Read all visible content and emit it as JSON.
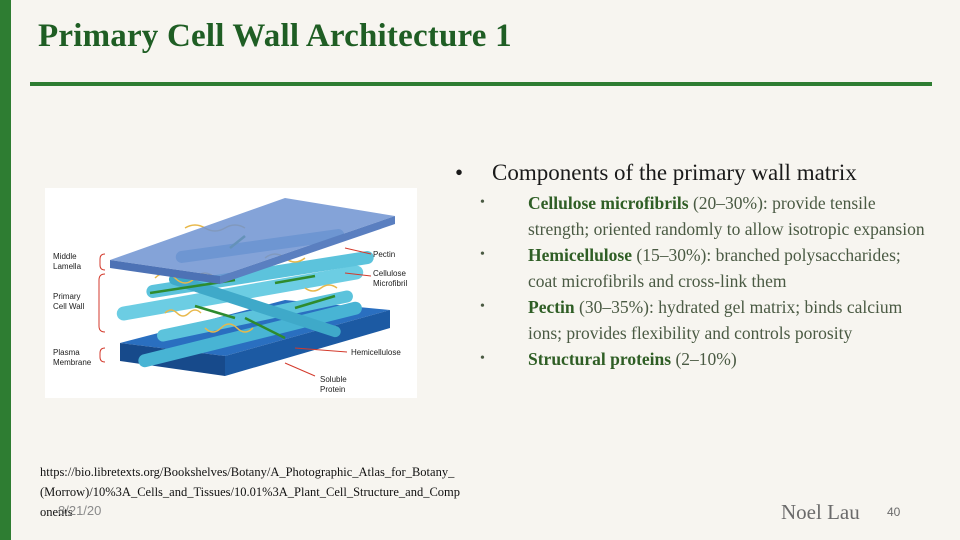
{
  "slide": {
    "title": "Primary Cell Wall Architecture 1",
    "date": "8/21/20",
    "author": "Noel Lau",
    "page_number": "40"
  },
  "figure": {
    "labels": {
      "middle_lamella_1": "Middle",
      "middle_lamella_2": "Lamella",
      "primary_cell_wall_1": "Primary",
      "primary_cell_wall_2": "Cell Wall",
      "plasma_membrane_1": "Plasma",
      "plasma_membrane_2": "Membrane",
      "pectin": "Pectin",
      "cellulose_microfibril_1": "Cellulose",
      "cellulose_microfibril_2": "Microfibril",
      "hemicellulose": "Hemicellulose",
      "soluble_protein_1": "Soluble",
      "soluble_protein_2": "Protein"
    }
  },
  "source_url": "https://bio.libretexts.org/Bookshelves/Botany/A_Photographic_Atlas_for_Botany_(Morrow)/10%3A_Cells_and_Tissues/10.01%3A_Plant_Cell_Structure_and_Components",
  "content": {
    "main_bullet": "Components of the primary wall matrix",
    "bullet_glyph": "•",
    "items": [
      {
        "term": "Cellulose microfibrils",
        "detail": " (20–30%): provide tensile strength; oriented randomly to allow isotropic expansion"
      },
      {
        "term": "Hemicellulose",
        "detail": " (15–30%): branched polysaccharides; coat microfibrils and cross-link them"
      },
      {
        "term": "Pectin",
        "detail": " (30–35%): hydrated gel matrix; binds calcium ions; provides flexibility and controls porosity"
      },
      {
        "term": "Structural proteins",
        "detail": " (2–10%)"
      }
    ]
  },
  "colors": {
    "accent_green": "#2e7d32",
    "title_green": "#1f5e24",
    "term_green": "#2f5e25",
    "membrane_blue": "#1f5fa8",
    "lamella_blue": "#6f93d1",
    "fibril_cyan": "#5cc3dc",
    "hemicellulose_green": "#2e8b2e",
    "pectin_yellow": "#e8b84a",
    "callout_red": "#d33a2c"
  }
}
